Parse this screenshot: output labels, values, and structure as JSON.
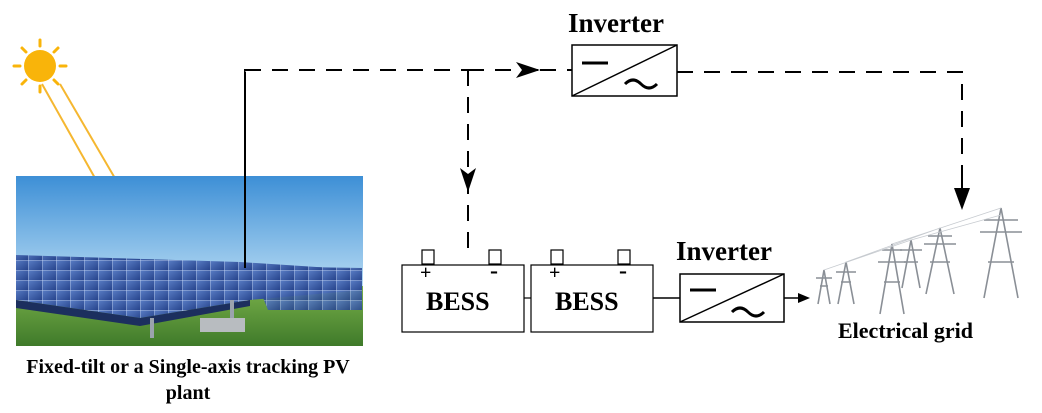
{
  "inverter_top": {
    "label": "Inverter"
  },
  "inverter_bottom": {
    "label": "Inverter"
  },
  "bess": [
    {
      "label": "BESS",
      "plus": "+",
      "minus": "-"
    },
    {
      "label": "BESS",
      "plus": "+",
      "minus": "-"
    }
  ],
  "grid": {
    "label": "Electrical grid"
  },
  "pv_plant": {
    "label": "Fixed-tilt or a Single-axis tracking PV plant"
  },
  "colors": {
    "sun": "#f9b40a",
    "sun_rays": "#f5b730",
    "sky_top": "#3d8fd6",
    "panel": "#3a5aa8",
    "grass": "#5c9a3a"
  }
}
